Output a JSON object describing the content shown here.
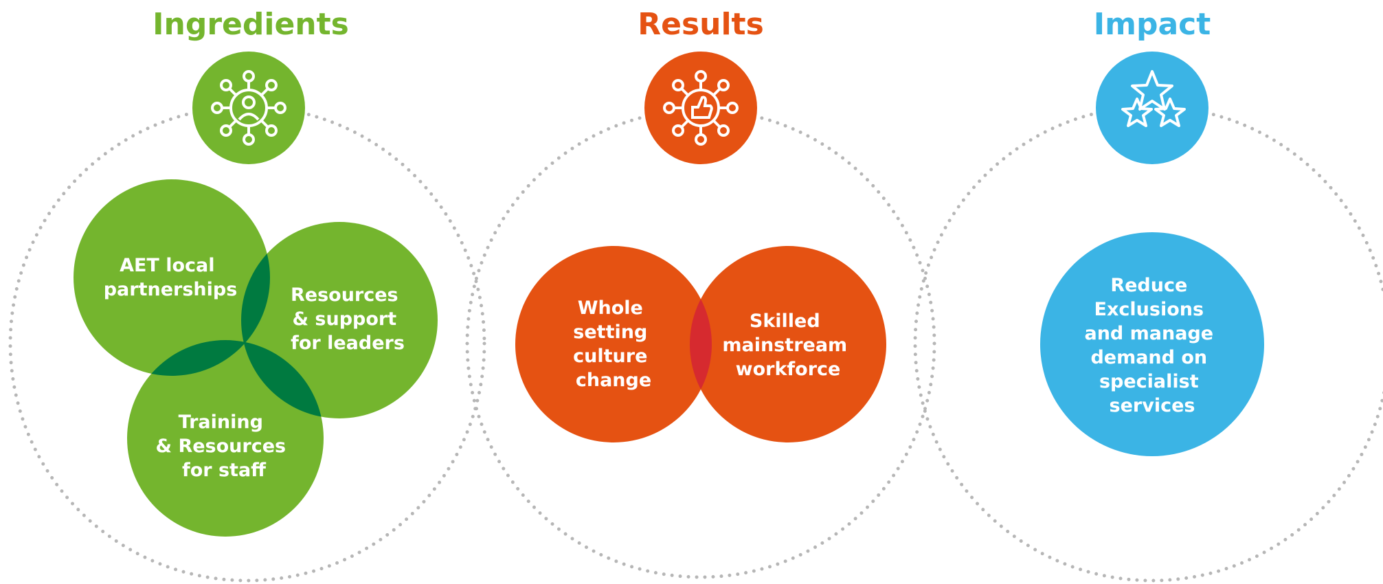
{
  "colors": {
    "green": "#74b52e",
    "green_overlap": "#007a40",
    "orange": "#e55212",
    "orange_overlap": "#d62a2f",
    "blue": "#3bb4e5",
    "dots": "#b6b6b6"
  },
  "sections": [
    {
      "title": "Ingredients",
      "color": "#74b52e",
      "icon": "network-person-icon",
      "circles": [
        {
          "lines": [
            "AET local",
            "partnerships"
          ]
        },
        {
          "lines": [
            "Resources",
            "& support",
            "for leaders"
          ]
        },
        {
          "lines": [
            "Training",
            "& Resources",
            "for staff"
          ]
        }
      ]
    },
    {
      "title": "Results",
      "color": "#e55212",
      "icon": "network-thumbs-up-icon",
      "circles": [
        {
          "lines": [
            "Whole",
            "setting",
            "culture",
            "change"
          ]
        },
        {
          "lines": [
            "Skilled",
            "mainstream",
            "workforce"
          ]
        }
      ]
    },
    {
      "title": "Impact",
      "color": "#3bb4e5",
      "icon": "three-stars-icon",
      "circles": [
        {
          "lines": [
            "Reduce",
            "Exclusions",
            "and manage",
            "demand on",
            "specialist",
            "services"
          ]
        }
      ]
    }
  ]
}
